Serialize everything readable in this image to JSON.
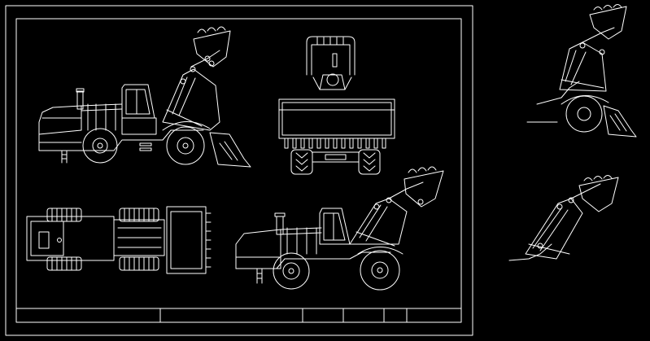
{
  "drawing": {
    "background": "#000000",
    "line_color": "#ffffff",
    "subject": "wheel-loader",
    "views": [
      "left-side-elevation",
      "front-elevation",
      "top-plan",
      "right-side-elevation"
    ],
    "details": [
      "boom-raised-detail",
      "boom-arm-detail"
    ],
    "title_block": {
      "cells": 6,
      "text": []
    }
  }
}
